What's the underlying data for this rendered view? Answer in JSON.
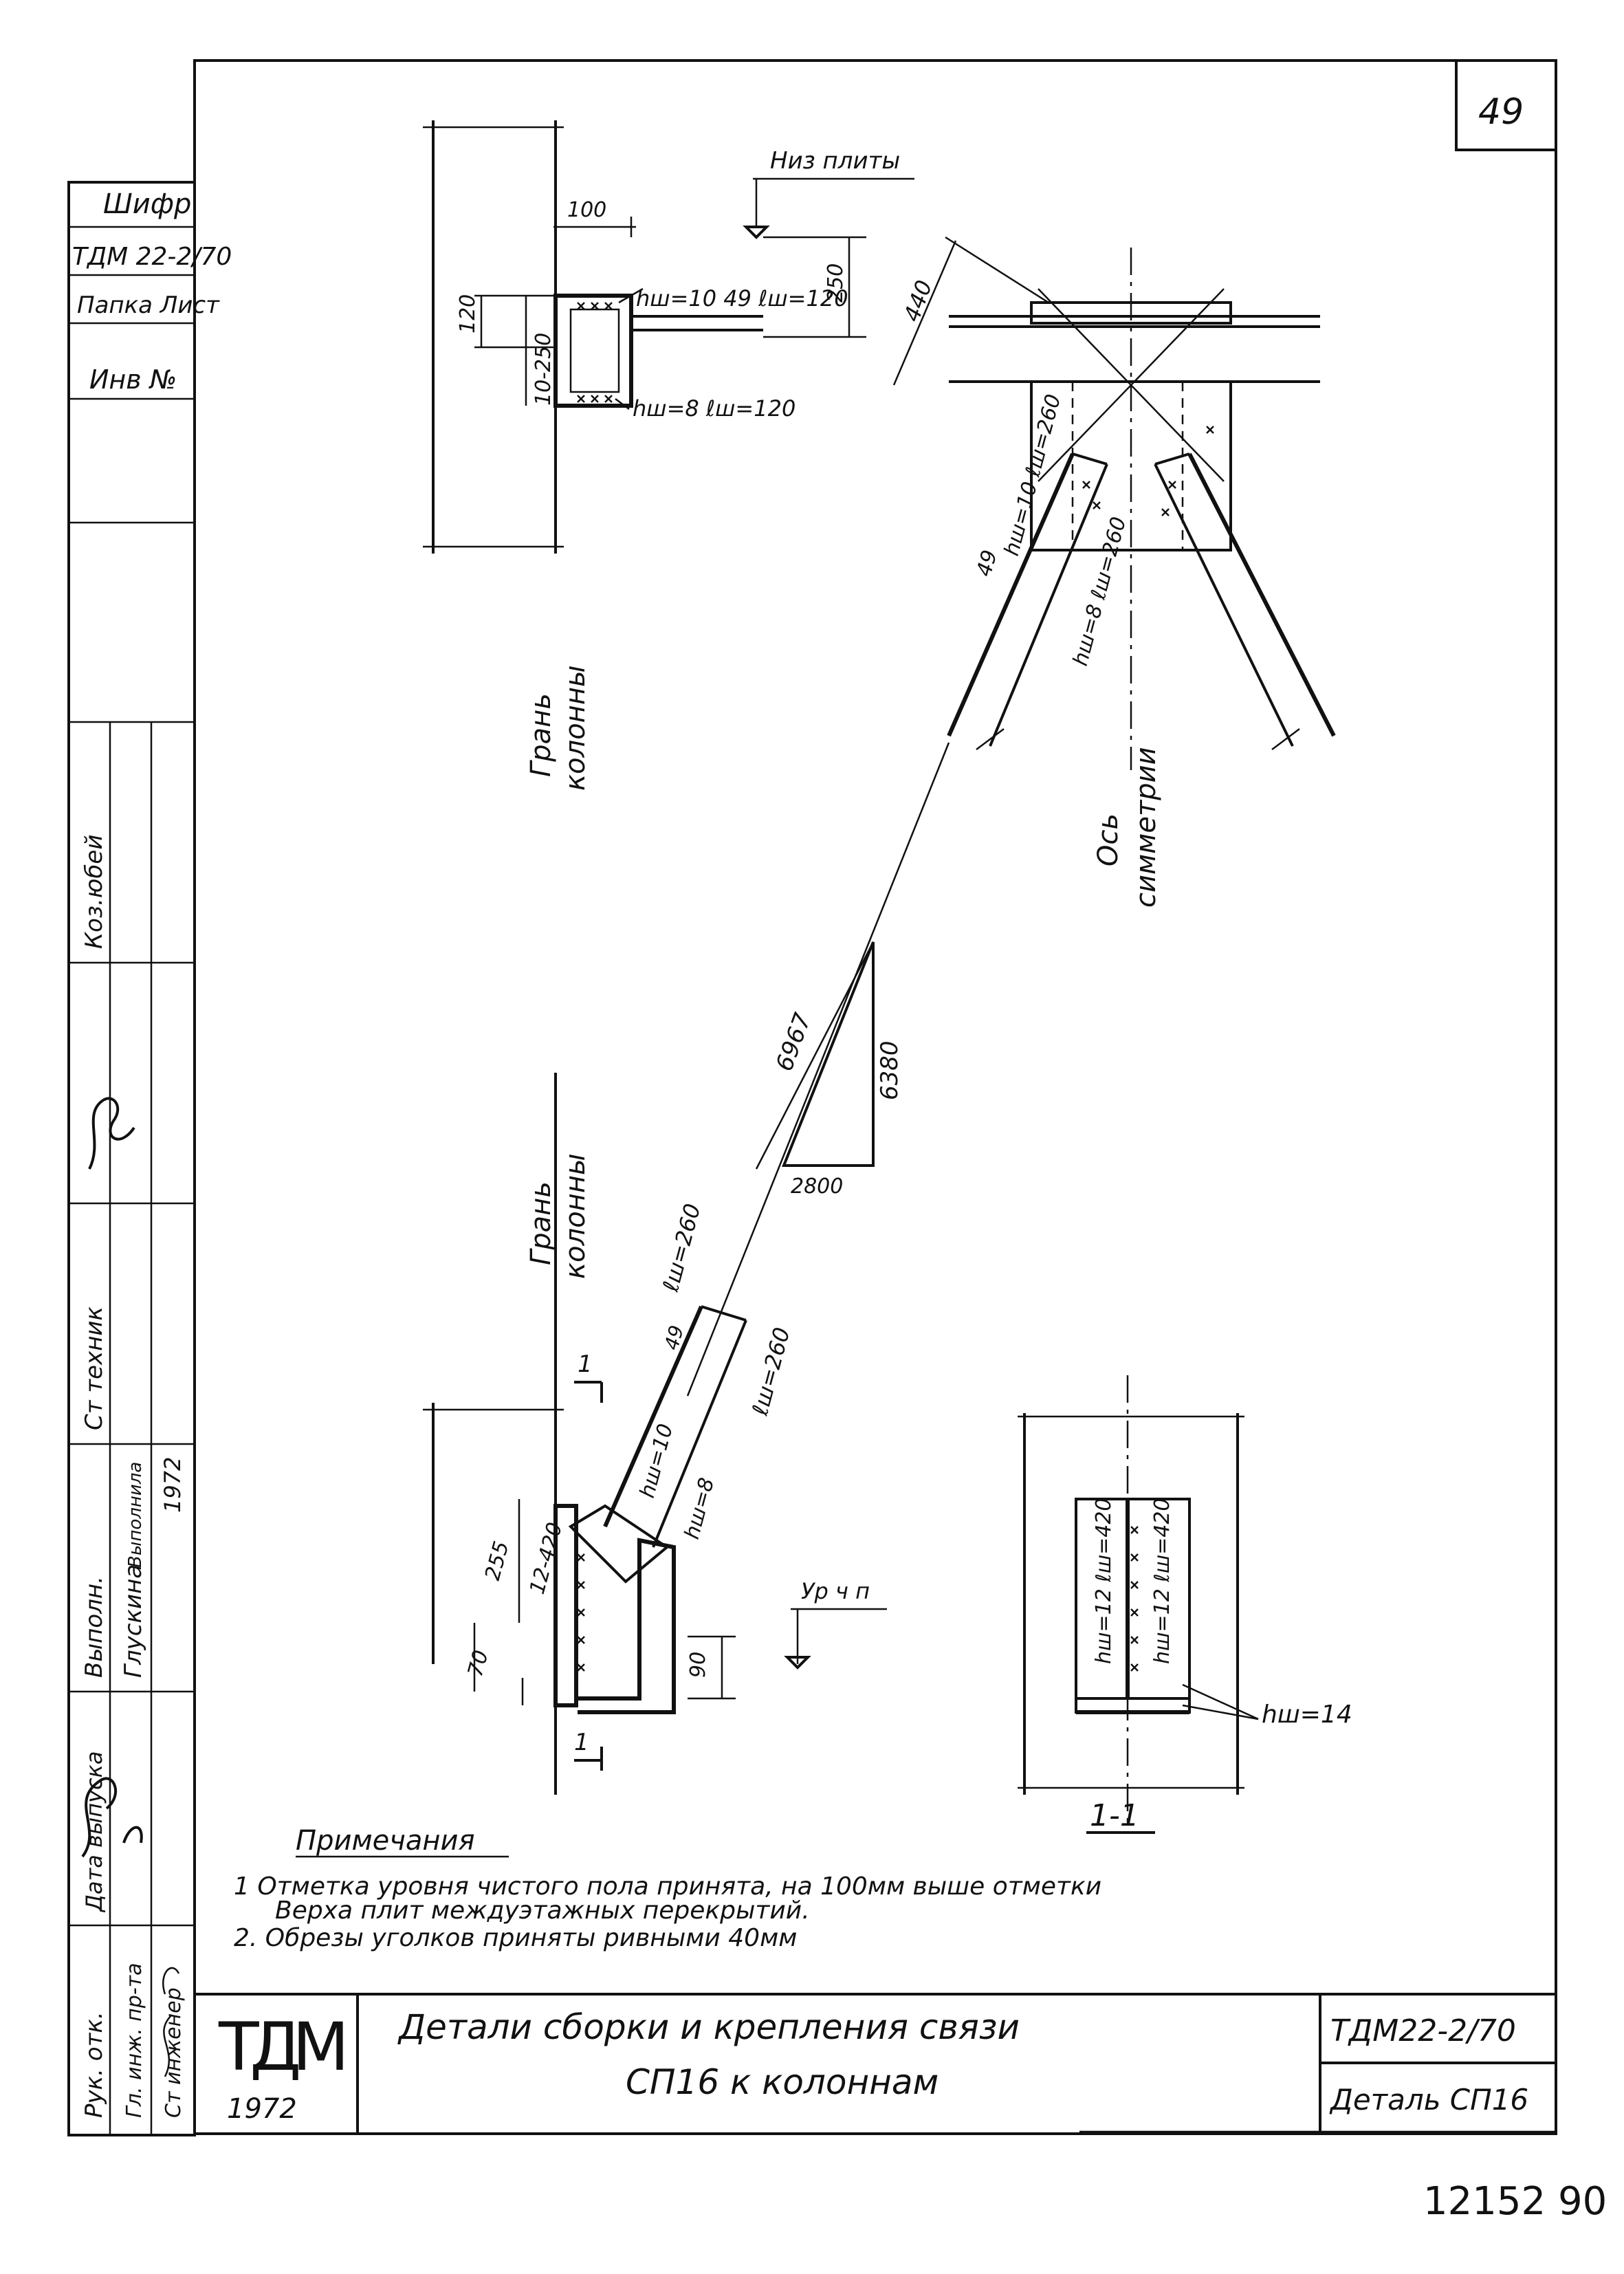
{
  "sheet": {
    "page_number": "49",
    "footer_numbers": "12152   90",
    "title_line1": "Детали сборки и крепления связи",
    "title_line2": "СП16 к колоннам",
    "logo": "ТДМ",
    "logo_year": "1972",
    "code": "ТДМ22-2/70",
    "detail": "Деталь СП16"
  },
  "side_stamp": {
    "cipher": "Шифр",
    "code": "ТДМ 22-2/70",
    "album_sheet": "Папка Лист",
    "inv_no": "Инв №",
    "roles": [
      "Рук. отк.",
      "Гл. инж. пр-та",
      "Ст инженер",
      "Дата выпуска"
    ],
    "names": [
      "Коз.юбей",
      "Ст техник",
      "Выполн.",
      "Глускина"
    ],
    "sub": [
      "Выполнила",
      "1972"
    ]
  },
  "top_detail": {
    "label_slab_bottom": "Низ плиты",
    "dims": [
      "100",
      "120",
      "250",
      "10-250",
      "440"
    ],
    "weld_upper": "hш=10  49  ℓш=120",
    "weld_lower": "hш=8  ℓш=120",
    "face_label": [
      "Грань",
      "колонны"
    ]
  },
  "apex_detail": {
    "weld_left": "hш=10 ℓш=260",
    "weld_mid": "hш=8 ℓш=260",
    "angle_label": "49",
    "axis_label": [
      "Ось",
      "симметрии"
    ]
  },
  "slope": {
    "length": "6967",
    "rise": "6380",
    "run": "2800"
  },
  "bottom_detail": {
    "face_label": [
      "Грань",
      "колонны"
    ],
    "weld_top": "ℓш=260",
    "angle_label": "49",
    "weld_right": "ℓш=260",
    "weld_h10": "hш=10",
    "weld_h8": "hш=8",
    "dims": [
      "255",
      "12-420",
      "70",
      "90"
    ],
    "floor_level": "Ур ч п",
    "section_mark": "1"
  },
  "section": {
    "title": "1-1",
    "weld_left": "hш=12  ℓш=420",
    "weld_right": "hш=12  ℓш=420",
    "weld_base": "hш=14"
  },
  "notes": {
    "heading": "Примечания",
    "items": [
      "1  Отметка уровня чистого пола принята, на 100мм выше отметки",
      "Верха плит междуэтажных перекрытий.",
      "2. Обрезы уголков приняты ривными 40мм"
    ]
  }
}
